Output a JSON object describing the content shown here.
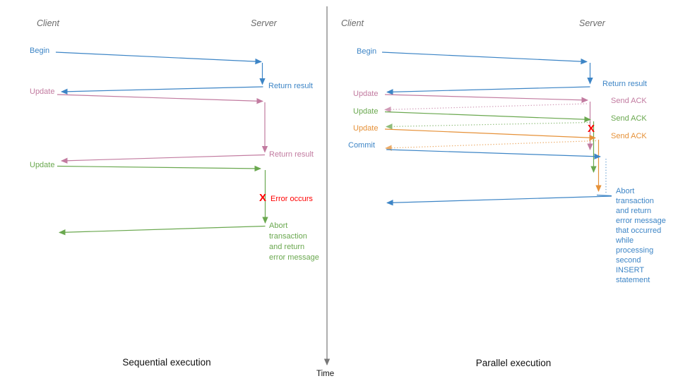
{
  "colors": {
    "blue": "#3d85c6",
    "pink": "#c27ba0",
    "green": "#6aa84f",
    "orange": "#e69138",
    "red": "#ff0000",
    "header_gray": "#6a6a6a",
    "axis_gray": "#777777"
  },
  "time_axis": {
    "label": "Time"
  },
  "left_panel": {
    "title": "Sequential execution",
    "client_header": "Client",
    "server_header": "Server",
    "labels": {
      "begin": "Begin",
      "return_result_1": "Return result",
      "update_1": "Update",
      "return_result_2": "Return result",
      "update_2": "Update",
      "error_mark": "X",
      "error": "Error occurs",
      "abort_lines": [
        "Abort",
        "transaction",
        "and return",
        "error message"
      ]
    }
  },
  "right_panel": {
    "title": "Parallel execution",
    "client_header": "Client",
    "server_header": "Server",
    "labels": {
      "begin": "Begin",
      "return_result": "Return result",
      "update_1": "Update",
      "send_ack_1": "Send ACK",
      "update_2": "Update",
      "send_ack_2": "Send ACK",
      "update_3": "Update",
      "send_ack_3": "Send ACK",
      "commit": "Commit",
      "error_mark": "X",
      "abort_lines": [
        "Abort",
        "transaction",
        "and return",
        "error message",
        "that occurred",
        "while",
        "processing",
        "second",
        "INSERT",
        "statement"
      ]
    }
  }
}
